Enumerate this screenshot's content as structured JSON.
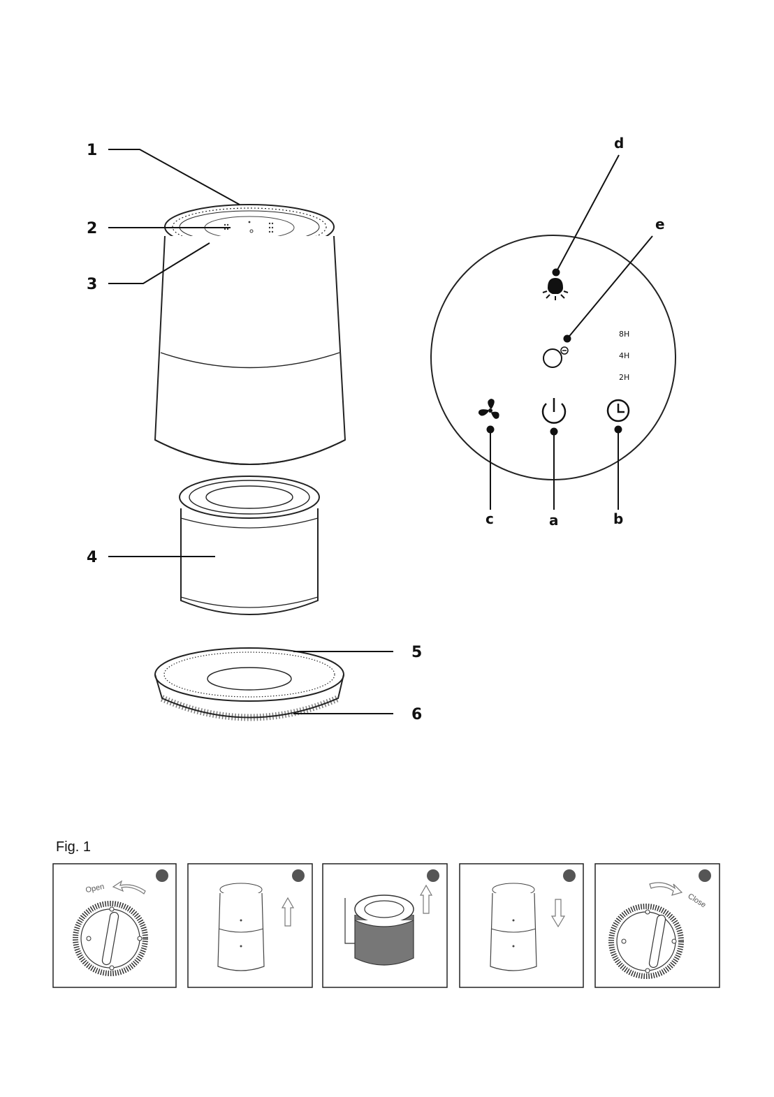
{
  "product_callouts": [
    "1",
    "2",
    "3",
    "4",
    "5",
    "6"
  ],
  "panel_callouts": [
    "a",
    "b",
    "c",
    "d",
    "e"
  ],
  "timer_labels": [
    "8H",
    "4H",
    "2H"
  ],
  "icons": [
    "fan-icon",
    "power-icon",
    "clock-icon",
    "light-bulb-icon",
    "light-sensor-icon"
  ],
  "figure_label": "Fig. 1",
  "steps": [
    {
      "text": "Open",
      "icon": "rotate-left-arrow-icon"
    },
    {
      "text": "",
      "icon": "arrow-up-icon"
    },
    {
      "text": "",
      "icon": "arrow-up-icon"
    },
    {
      "text": "",
      "icon": "arrow-down-icon"
    },
    {
      "text": "Close",
      "icon": "rotate-right-arrow-icon"
    }
  ]
}
